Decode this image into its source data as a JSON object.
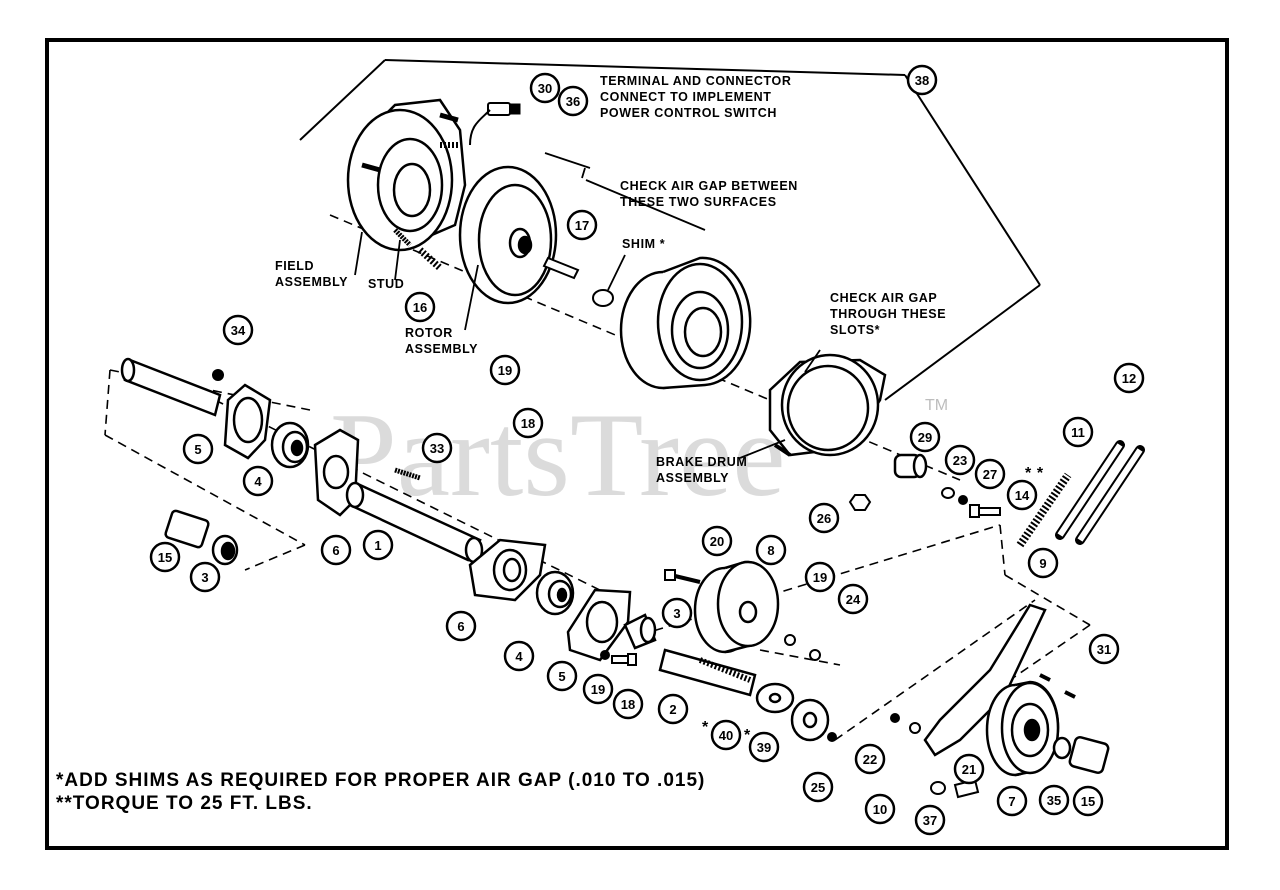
{
  "watermark": {
    "text": "PartsTree",
    "tm": "TM"
  },
  "labels": {
    "terminal_1": "TERMINAL AND CONNECTOR",
    "terminal_2": "CONNECT TO IMPLEMENT",
    "terminal_3": "POWER CONTROL SWITCH",
    "airgap_surfaces_1": "CHECK AIR GAP BETWEEN",
    "airgap_surfaces_2": "THESE TWO SURFACES",
    "shim": "SHIM *",
    "field_1": "FIELD",
    "field_2": "ASSEMBLY",
    "stud": "STUD",
    "rotor_1": "ROTOR",
    "rotor_2": "ASSEMBLY",
    "airgap_slots_1": "CHECK AIR GAP",
    "airgap_slots_2": "THROUGH THESE",
    "airgap_slots_3": "SLOTS*",
    "brake_1": "BRAKE DRUM",
    "brake_2": "ASSEMBLY",
    "stars": "* *",
    "star_40": "*",
    "star_39": "*"
  },
  "notes": {
    "line1": "*ADD SHIMS AS REQUIRED FOR PROPER AIR GAP (.010 TO .015)",
    "line2": "**TORQUE TO 25 FT. LBS."
  },
  "callouts": [
    "30",
    "36",
    "38",
    "17",
    "16",
    "34",
    "19",
    "18",
    "33",
    "5",
    "4",
    "6",
    "1",
    "15",
    "3",
    "29",
    "23",
    "27",
    "14",
    "11",
    "12",
    "26",
    "20",
    "8",
    "19",
    "24",
    "9",
    "6",
    "4",
    "3",
    "5",
    "19",
    "18",
    "2",
    "40",
    "39",
    "25",
    "22",
    "10",
    "31",
    "21",
    "7",
    "35",
    "15",
    "37"
  ]
}
